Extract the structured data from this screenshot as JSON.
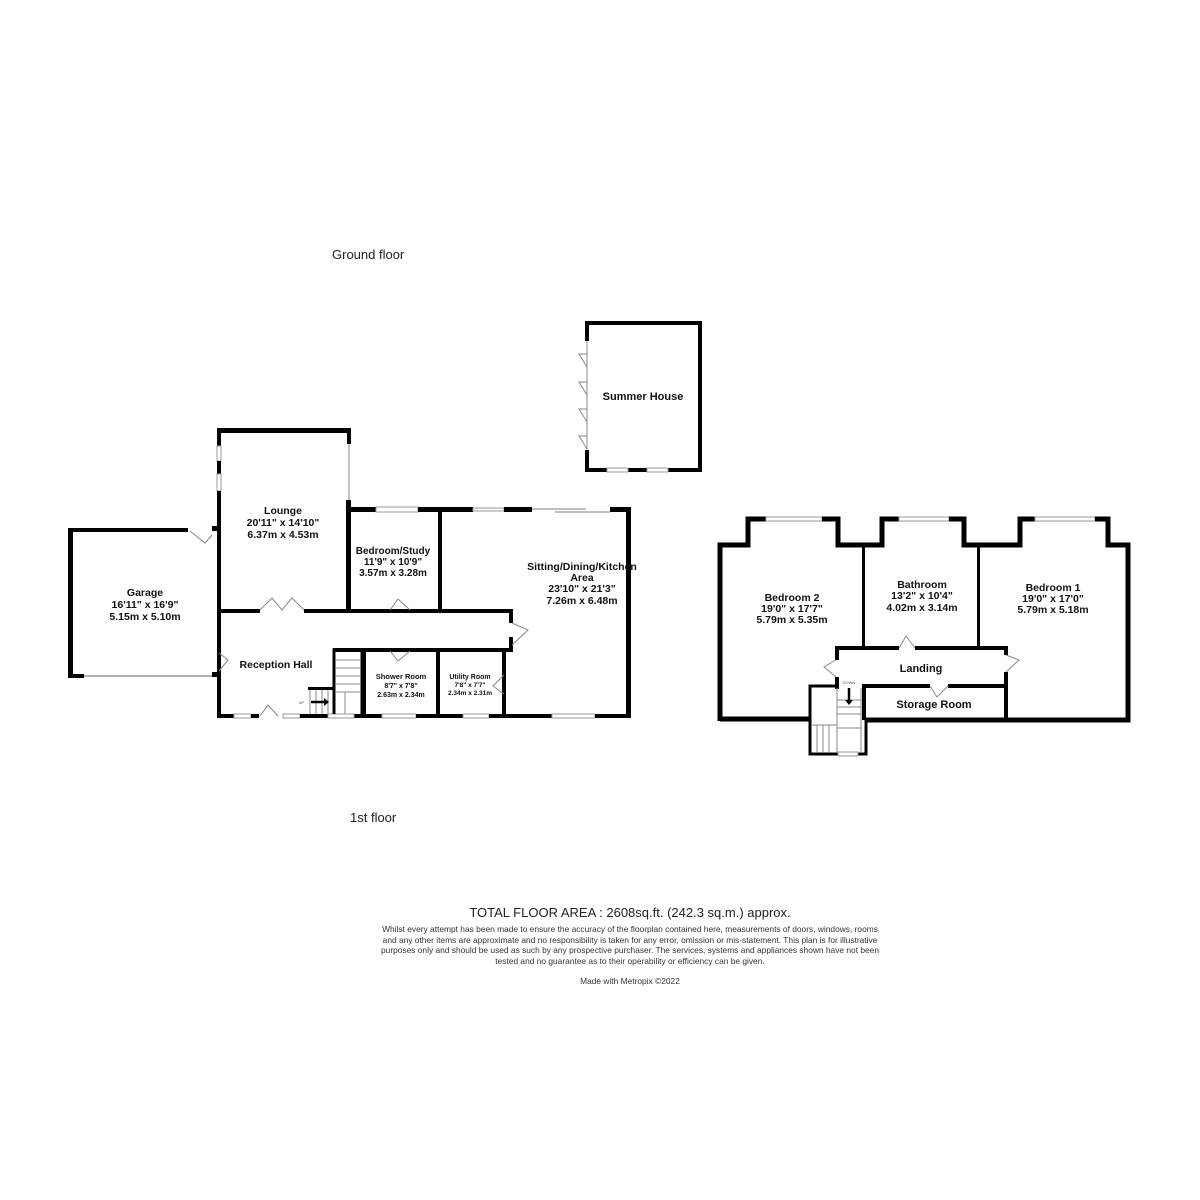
{
  "floors": {
    "ground_label": "Ground floor",
    "first_label": "1st floor"
  },
  "rooms": {
    "garage": {
      "name": "Garage",
      "imperial": "16'11\"  x 16'9\"",
      "metric": "5.15m  x 5.10m"
    },
    "lounge": {
      "name": "Lounge",
      "imperial": "20'11\"  x 14'10\"",
      "metric": "6.37m  x 4.53m"
    },
    "bedroom_study": {
      "name": "Bedroom/Study",
      "imperial": "11'9\"  x 10'9\"",
      "metric": "3.57m  x 3.28m"
    },
    "sitting_dining_kitchen": {
      "name": "Sitting/Dining/Kitchen",
      "name2": "Area",
      "imperial": "23'10\"  x 21'3\"",
      "metric": "7.26m  x 6.48m"
    },
    "reception_hall": {
      "name": "Reception Hall"
    },
    "shower_room": {
      "name": "Shower Room",
      "imperial": "8'7\"  x 7'8\"",
      "metric": "2.63m  x 2.34m"
    },
    "utility_room": {
      "name": "Utility Room",
      "imperial": "7'8\"  x 7'7\"",
      "metric": "2.34m  x 2.31m"
    },
    "summer_house": {
      "name": "Summer House"
    },
    "bedroom_2": {
      "name": "Bedroom 2",
      "imperial": "19'0\"  x 17'7\"",
      "metric": "5.79m  x 5.35m"
    },
    "bathroom": {
      "name": "Bathroom",
      "imperial": "13'2\"  x 10'4\"",
      "metric": "4.02m  x 3.14m"
    },
    "bedroom_1": {
      "name": "Bedroom 1",
      "imperial": "19'0\"  x 17'0\"",
      "metric": "5.79m  x 5.18m"
    },
    "landing": {
      "name": "Landing"
    },
    "storage_room": {
      "name": "Storage Room"
    }
  },
  "stairs": {
    "up_label": "UP",
    "down_label": "DOWN"
  },
  "footer": {
    "total_area": "TOTAL FLOOR AREA : 2608sq.ft. (242.3 sq.m.) approx.",
    "disclaimer": "Whilst every attempt has been made to ensure the accuracy of the floorplan contained here, measurements of doors, windows, rooms and any other items are approximate and no responsibility is taken for any error, omission or mis-statement. This plan is for illustrative purposes only and should be used as such by any prospective purchaser. The services, systems and appliances shown have not been tested and no guarantee as to their operability or efficiency can be given.",
    "made_with": "Made with Metropix ©2022"
  }
}
